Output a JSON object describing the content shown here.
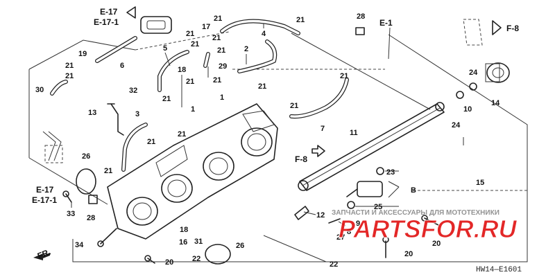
{
  "refs": {
    "e17_top": "E-17",
    "e171_top": "E-17-1",
    "e1": "E-1",
    "f8_top": "F-8",
    "f8_mid": "F-8",
    "e17_bottom": "E-17",
    "e171_bottom": "E-17-1",
    "fr": "FR."
  },
  "callouts": [
    {
      "id": "c28a",
      "text": "28"
    },
    {
      "id": "c21a",
      "text": "21"
    },
    {
      "id": "c21b",
      "text": "21"
    },
    {
      "id": "c17",
      "text": "17"
    },
    {
      "id": "c21c",
      "text": "21"
    },
    {
      "id": "c4",
      "text": "4"
    },
    {
      "id": "c21d",
      "text": "21"
    },
    {
      "id": "c21e",
      "text": "21"
    },
    {
      "id": "c5",
      "text": "5"
    },
    {
      "id": "c2",
      "text": "2"
    },
    {
      "id": "c19",
      "text": "19"
    },
    {
      "id": "c6",
      "text": "6"
    },
    {
      "id": "c21f",
      "text": "21"
    },
    {
      "id": "c29",
      "text": "29"
    },
    {
      "id": "c21g",
      "text": "21"
    },
    {
      "id": "c21h",
      "text": "21"
    },
    {
      "id": "c18a",
      "text": "18"
    },
    {
      "id": "c21i",
      "text": "21"
    },
    {
      "id": "c30",
      "text": "30"
    },
    {
      "id": "c32",
      "text": "32"
    },
    {
      "id": "c21j",
      "text": "21"
    },
    {
      "id": "c21k",
      "text": "21"
    },
    {
      "id": "c1a",
      "text": "1"
    },
    {
      "id": "c21l",
      "text": "21"
    },
    {
      "id": "c1b",
      "text": "1"
    },
    {
      "id": "c21m",
      "text": "21"
    },
    {
      "id": "c13",
      "text": "13"
    },
    {
      "id": "c3",
      "text": "3"
    },
    {
      "id": "c21n",
      "text": "21"
    },
    {
      "id": "c21o",
      "text": "21"
    },
    {
      "id": "c21p",
      "text": "21"
    },
    {
      "id": "c7",
      "text": "7"
    },
    {
      "id": "c24a",
      "text": "24"
    },
    {
      "id": "c24b",
      "text": "24"
    },
    {
      "id": "c10",
      "text": "10"
    },
    {
      "id": "c14",
      "text": "14"
    },
    {
      "id": "c11",
      "text": "11"
    },
    {
      "id": "c26a",
      "text": "26"
    },
    {
      "id": "c21q",
      "text": "21"
    },
    {
      "id": "c23",
      "text": "23"
    },
    {
      "id": "cB",
      "text": "B"
    },
    {
      "id": "c15",
      "text": "15"
    },
    {
      "id": "c25",
      "text": "25"
    },
    {
      "id": "c33",
      "text": "33"
    },
    {
      "id": "c28b",
      "text": "28"
    },
    {
      "id": "c12",
      "text": "12"
    },
    {
      "id": "c9",
      "text": "9"
    },
    {
      "id": "c8",
      "text": "8"
    },
    {
      "id": "c18b",
      "text": "18"
    },
    {
      "id": "c16",
      "text": "16"
    },
    {
      "id": "c27",
      "text": "27"
    },
    {
      "id": "c31",
      "text": "31"
    },
    {
      "id": "c34",
      "text": "34"
    },
    {
      "id": "c26b",
      "text": "26"
    },
    {
      "id": "c20a",
      "text": "20"
    },
    {
      "id": "c20b",
      "text": "20"
    },
    {
      "id": "c22a",
      "text": "22"
    },
    {
      "id": "c22b",
      "text": "22"
    },
    {
      "id": "c20c",
      "text": "20"
    }
  ],
  "watermark": {
    "small": "ЗАПЧАСТИ И АКСЕССУАРЫ ДЛЯ МОТОТЕХНИКИ",
    "big": "PARTSFOR.RU",
    "color_red": "#e01010",
    "color_black": "#111111"
  },
  "diagram_code": "HW14—E1601"
}
